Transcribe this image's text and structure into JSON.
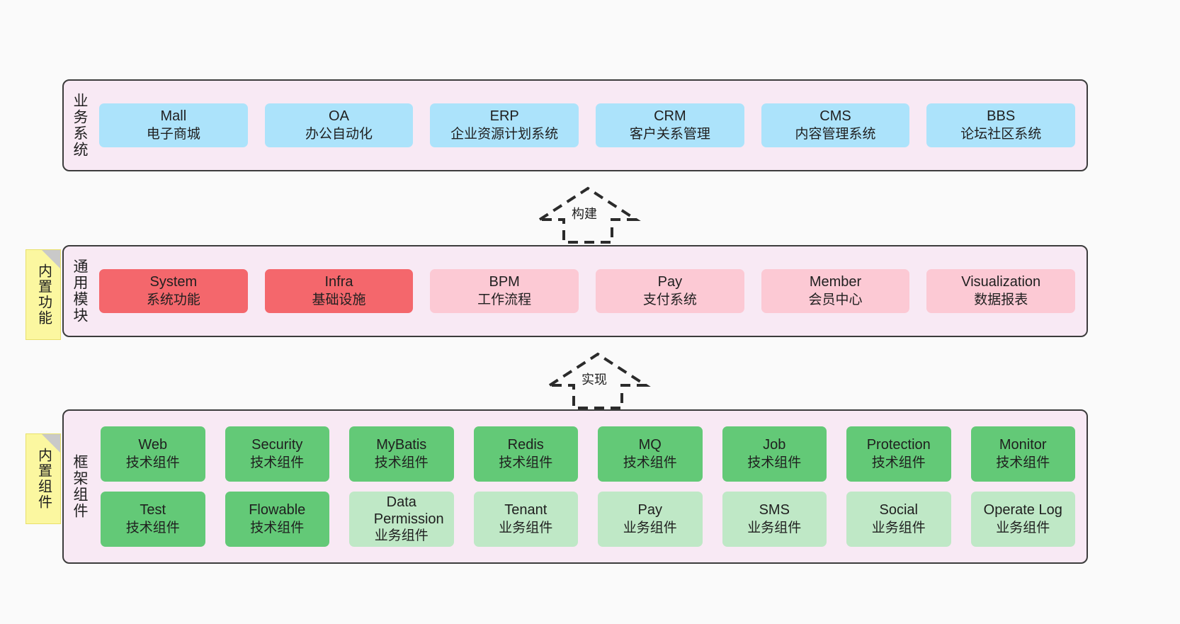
{
  "diagram": {
    "layers": [
      {
        "id": "business-systems",
        "title": "业务系统",
        "rows": [
          {
            "cards": [
              {
                "name": "Mall",
                "sub": "电子商城",
                "color": "#ace3fb"
              },
              {
                "name": "OA",
                "sub": "办公自动化",
                "color": "#ace3fb"
              },
              {
                "name": "ERP",
                "sub": "企业资源计划系统",
                "color": "#ace3fb"
              },
              {
                "name": "CRM",
                "sub": "客户关系管理",
                "color": "#ace3fb"
              },
              {
                "name": "CMS",
                "sub": "内容管理系统",
                "color": "#ace3fb"
              },
              {
                "name": "BBS",
                "sub": "论坛社区系统",
                "color": "#ace3fb"
              }
            ]
          }
        ]
      },
      {
        "id": "common-modules",
        "title": "通用模块",
        "note": "内置功能",
        "rows": [
          {
            "cards": [
              {
                "name": "System",
                "sub": "系统功能",
                "color": "#f4676c"
              },
              {
                "name": "Infra",
                "sub": "基础设施",
                "color": "#f4676c"
              },
              {
                "name": "BPM",
                "sub": "工作流程",
                "color": "#fcc9d4"
              },
              {
                "name": "Pay",
                "sub": "支付系统",
                "color": "#fcc9d4"
              },
              {
                "name": "Member",
                "sub": "会员中心",
                "color": "#fcc9d4"
              },
              {
                "name": "Visualization",
                "sub": "数据报表",
                "color": "#fcc9d4"
              }
            ]
          }
        ]
      },
      {
        "id": "framework-components",
        "title": "框架组件",
        "note": "内置组件",
        "rows": [
          {
            "cards": [
              {
                "name": "Web",
                "sub": "技术组件",
                "color": "#63c977"
              },
              {
                "name": "Security",
                "sub": "技术组件",
                "color": "#63c977"
              },
              {
                "name": "MyBatis",
                "sub": "技术组件",
                "color": "#63c977"
              },
              {
                "name": "Redis",
                "sub": "技术组件",
                "color": "#63c977"
              },
              {
                "name": "MQ",
                "sub": "技术组件",
                "color": "#63c977"
              },
              {
                "name": "Job",
                "sub": "技术组件",
                "color": "#63c977"
              },
              {
                "name": "Protection",
                "sub": "技术组件",
                "color": "#63c977"
              },
              {
                "name": "Monitor",
                "sub": "技术组件",
                "color": "#63c977"
              }
            ]
          },
          {
            "cards": [
              {
                "name": "Test",
                "sub": "技术组件",
                "color": "#63c977"
              },
              {
                "name": "Flowable",
                "sub": "技术组件",
                "color": "#63c977"
              },
              {
                "name": "Data Permission",
                "sub": "业务组件",
                "color": "#bfe8c6"
              },
              {
                "name": "Tenant",
                "sub": "业务组件",
                "color": "#bfe8c6"
              },
              {
                "name": "Pay",
                "sub": "业务组件",
                "color": "#bfe8c6"
              },
              {
                "name": "SMS",
                "sub": "业务组件",
                "color": "#bfe8c6"
              },
              {
                "name": "Social",
                "sub": "业务组件",
                "color": "#bfe8c6"
              },
              {
                "name": "Operate Log",
                "sub": "业务组件",
                "color": "#bfe8c6"
              }
            ]
          }
        ]
      }
    ],
    "connectors": [
      {
        "id": "build",
        "label": "构建"
      },
      {
        "id": "implement",
        "label": "实现"
      }
    ],
    "colors": {
      "layer_background": "#f8e9f4",
      "layer_border": "#3c3c3c",
      "page_background": "#fafafa",
      "note_background": "#fbf7a0",
      "business_card": "#ace3fb",
      "module_primary": "#f4676c",
      "module_secondary": "#fcc9d4",
      "tech_component": "#63c977",
      "business_component": "#bfe8c6"
    }
  }
}
